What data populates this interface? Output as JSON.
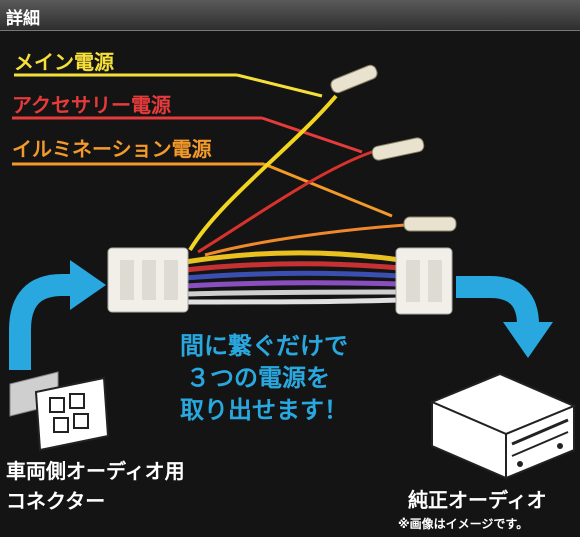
{
  "header": {
    "title": "詳細"
  },
  "labels": {
    "main_power": "メイン電源",
    "accessory_power": "アクセサリー電源",
    "illumination_power": "イルミネーション電源"
  },
  "message": {
    "line1": "間に繋ぐだけで",
    "line2": "３つの電源を",
    "line3": "取り出せます！"
  },
  "connector_caption": {
    "line1": "車両側オーディオ用",
    "line2": "コネクター"
  },
  "audio_caption": "純正オーディオ",
  "note": "※画像はイメージです。",
  "colors": {
    "main": "#f5e03a",
    "accessory": "#e53b3b",
    "illumination": "#f39a2b",
    "arrow": "#29a8e0"
  },
  "icons": [
    "right-curved-arrow-icon",
    "down-curved-arrow-icon",
    "connector-icon",
    "car-audio-unit-icon"
  ]
}
